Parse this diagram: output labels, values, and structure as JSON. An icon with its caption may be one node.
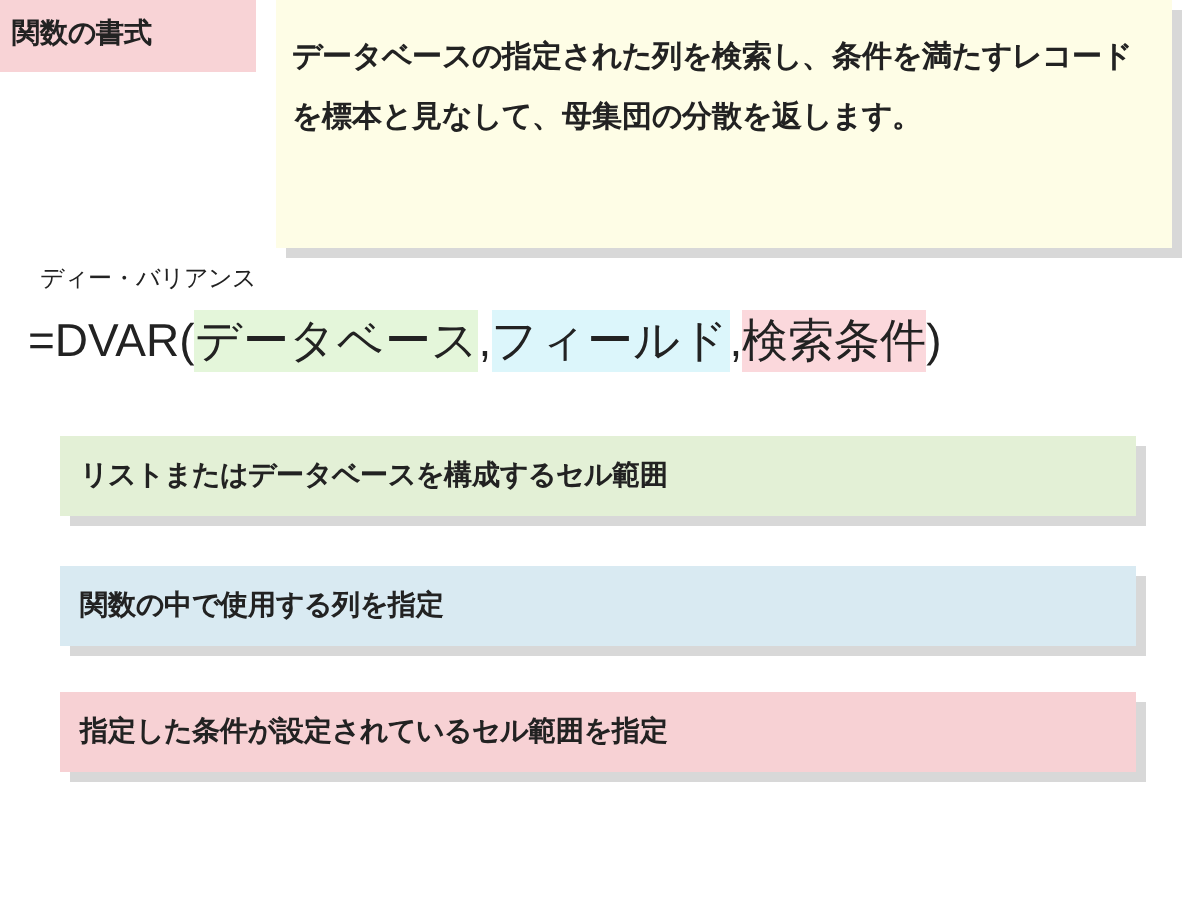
{
  "diagram": {
    "nodes": [
      {
        "text": [
          "関数の書式"
        ]
      },
      {
        "text": [
          "データベースの指定された列を検索し、条件を満たすレコードを標本と見なして、母集団の分散を返します。"
        ]
      },
      {
        "text": [
          "データベース"
        ]
      },
      {
        "text": [
          "フィールド"
        ]
      },
      {
        "text": [
          "検索条件"
        ]
      },
      {
        "text": [
          "リストまたはデータベースを構成するセル範囲"
        ]
      },
      {
        "text": [
          "関数の中で使用する列を指定"
        ]
      },
      {
        "text": [
          "指定した条件が設定されているセル範囲を指定"
        ]
      }
    ],
    "labels": [
      "ディー・バリアンス",
      "=DVAR(",
      ",",
      ",",
      ")"
    ]
  }
}
